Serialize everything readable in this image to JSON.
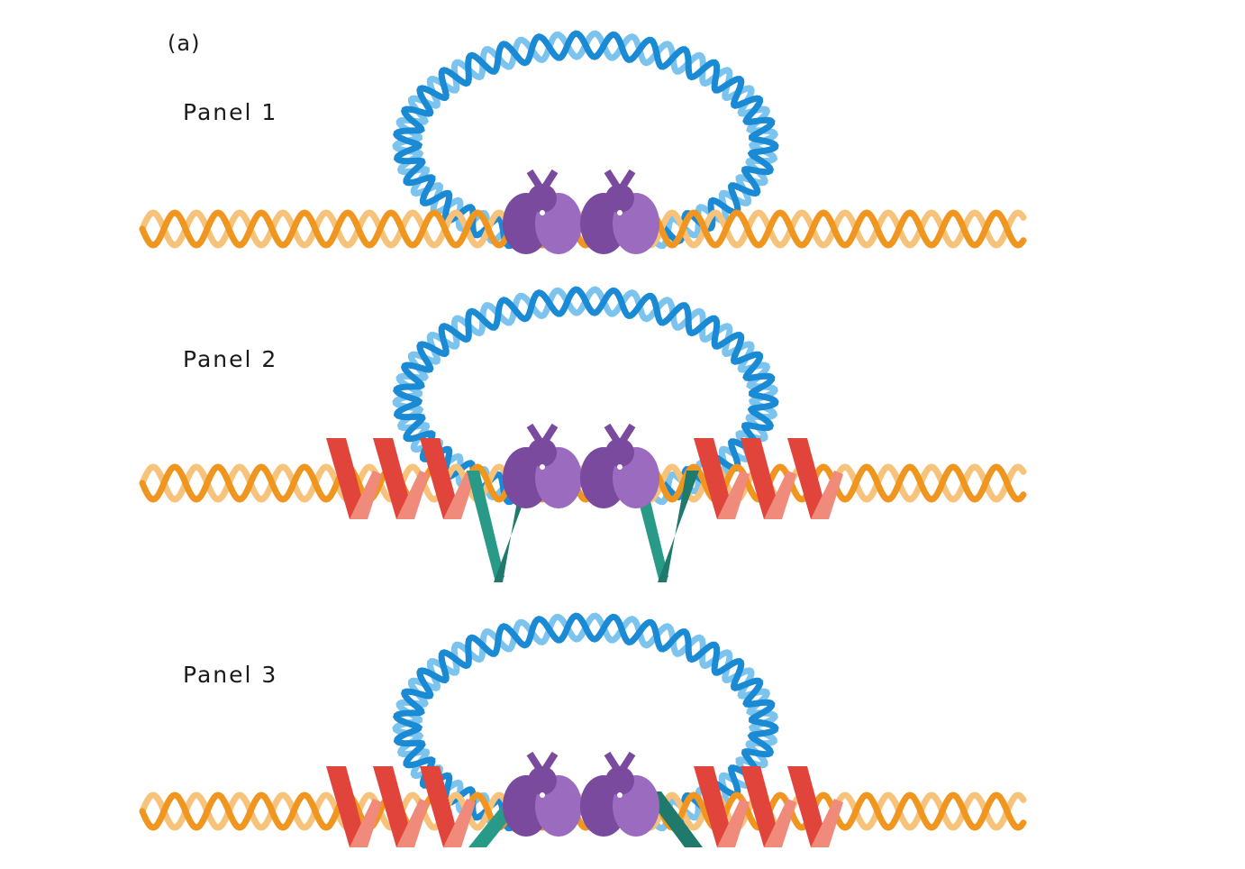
{
  "figure": {
    "label": "(a)"
  },
  "panels": [
    {
      "label": "Panel 1"
    },
    {
      "label": "Panel 2"
    },
    {
      "label": "Panel 3"
    }
  ],
  "colors": {
    "linear_dna": "#f0961e",
    "linear_dna_light": "#f7c27a",
    "loop_dna": "#1a8ad4",
    "loop_dna_light": "#7cc4ee",
    "protein": "#7a4a9e",
    "protein_light": "#9a6bbf",
    "red_helix": "#e0443a",
    "red_helix_light": "#f08a7a",
    "green_strand": "#2a9a88",
    "green_strand_dark": "#1f7a6b"
  }
}
